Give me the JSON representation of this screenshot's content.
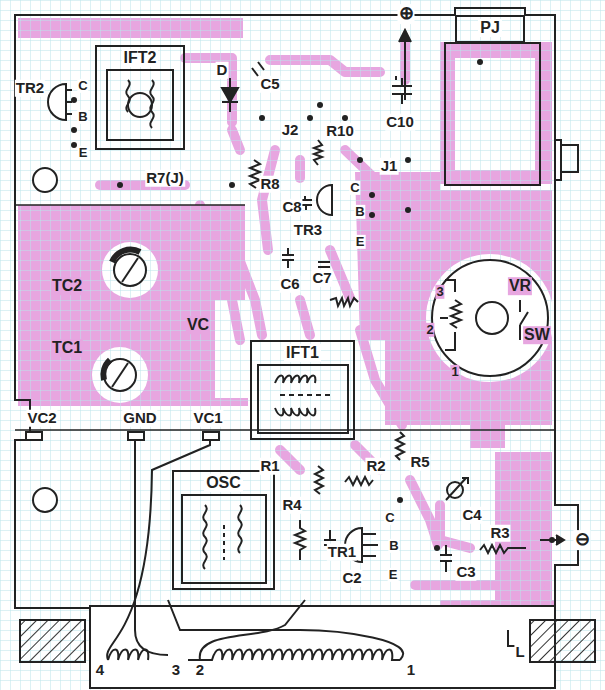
{
  "diagram": {
    "nodes": [
      {
        "text": [
          "IFT2"
        ]
      },
      {
        "text": [
          "PJ"
        ]
      },
      {
        "text": [
          "IFT1"
        ]
      },
      {
        "text": [
          "OSC"
        ]
      }
    ],
    "labels": [
      "⊕",
      "D",
      "TR2",
      "C",
      "C5",
      "B",
      "C10",
      "J2",
      "R10",
      "E",
      "J1",
      "R7(J)",
      "R8",
      "C",
      "C8",
      "B",
      "TR3",
      "E",
      "C7",
      "C6",
      "TC2",
      "VR",
      "3",
      "VC",
      "2",
      "SW",
      "TC1",
      "1",
      "VC2",
      "GND",
      "VC1",
      "R1",
      "R2",
      "R5",
      "R4",
      "C",
      "C4",
      "R3",
      "TR1",
      "B",
      "⊖",
      "C2",
      "E",
      "C3",
      "L",
      "4",
      "3",
      "2",
      "1"
    ]
  }
}
